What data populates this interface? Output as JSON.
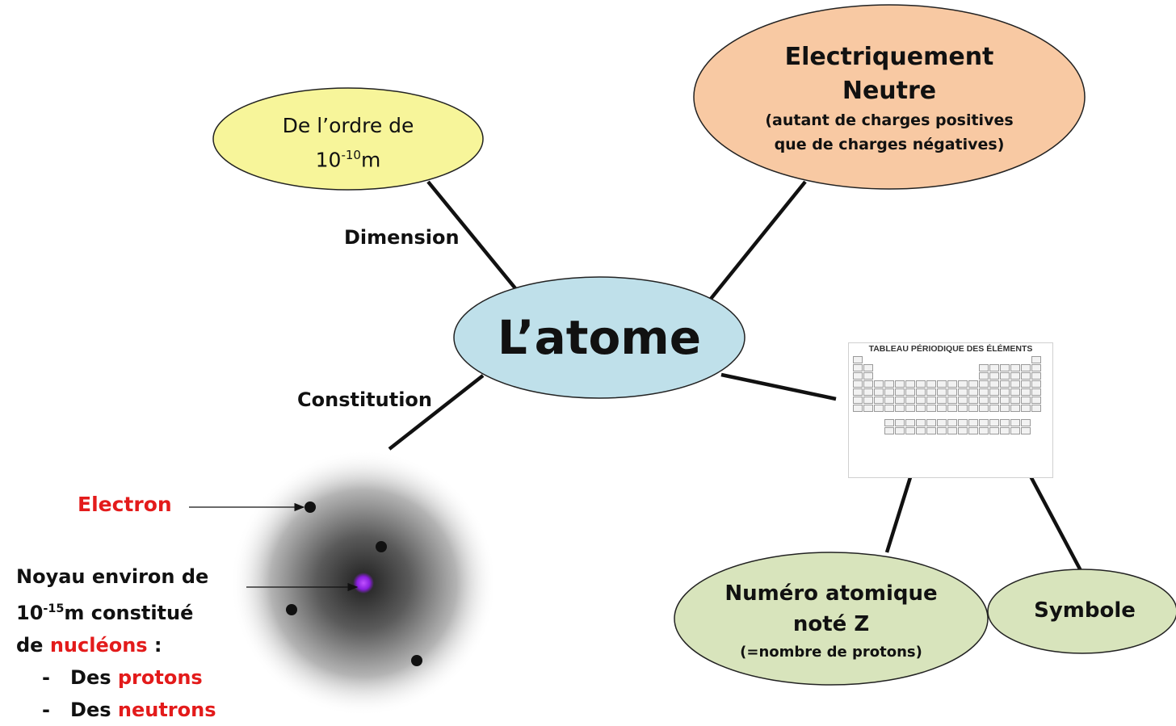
{
  "center": {
    "title": "L’atome"
  },
  "dimension": {
    "branch_label": "Dimension",
    "bubble_line1": "De l’ordre de",
    "bubble_base": "10",
    "bubble_exp": "-10",
    "bubble_unit": "m"
  },
  "charge": {
    "line1": "Electriquement",
    "line2": "Neutre",
    "line3": "(autant de charges positives",
    "line4": "que de charges négatives)"
  },
  "constitution": {
    "branch_label": "Constitution",
    "electron_label": "Electron",
    "noyau_line1": "Noyau environ de",
    "noyau_base": "10",
    "noyau_exp": "-15",
    "noyau_unit": "m constitué",
    "noyau_line3_pre": "de ",
    "noyau_line3_red": "nucléons",
    "noyau_line3_post": " :",
    "bullet1_pre": "-   Des ",
    "bullet1_red": "protons",
    "bullet2_pre": "-   Des ",
    "bullet2_red": "neutrons"
  },
  "periodic_table": {
    "title": "TABLEAU PÉRIODIQUE DES ÉLÉMENTS"
  },
  "numero": {
    "line1": "Numéro atomique",
    "line2": "noté Z",
    "line3": "(=nombre de protons)"
  },
  "symbole": {
    "label": "Symbole"
  },
  "colors": {
    "center_fill": "#bfe0ea",
    "dimension_fill": "#f7f59a",
    "charge_fill": "#f8c9a3",
    "green_fill": "#d8e4bc",
    "red_text": "#e31b1b",
    "nucleus": "#9b2cff"
  }
}
